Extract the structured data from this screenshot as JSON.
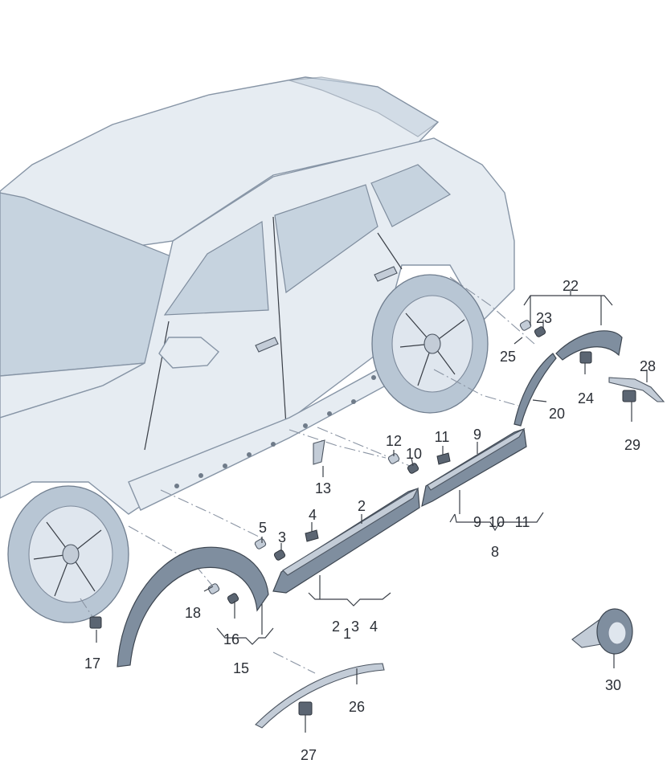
{
  "callouts": [
    {
      "id": "c22",
      "text": "22"
    },
    {
      "id": "c23",
      "text": "23"
    },
    {
      "id": "c25",
      "text": "25"
    },
    {
      "id": "c28",
      "text": "28"
    },
    {
      "id": "c24",
      "text": "24"
    },
    {
      "id": "c20",
      "text": "20"
    },
    {
      "id": "c29",
      "text": "29"
    },
    {
      "id": "c12",
      "text": "12"
    },
    {
      "id": "c11",
      "text": "11"
    },
    {
      "id": "c9",
      "text": "9"
    },
    {
      "id": "c10",
      "text": "10"
    },
    {
      "id": "c13",
      "text": "13"
    },
    {
      "id": "c4",
      "text": "4"
    },
    {
      "id": "c2",
      "text": "2"
    },
    {
      "id": "c5",
      "text": "5"
    },
    {
      "id": "c3",
      "text": "3"
    },
    {
      "id": "c8",
      "text": "8"
    },
    {
      "id": "c1",
      "text": "1"
    },
    {
      "id": "c18",
      "text": "18"
    },
    {
      "id": "c16",
      "text": "16"
    },
    {
      "id": "c15",
      "text": "15"
    },
    {
      "id": "c17",
      "text": "17"
    },
    {
      "id": "c26",
      "text": "26"
    },
    {
      "id": "c30",
      "text": "30"
    },
    {
      "id": "c27",
      "text": "27"
    }
  ],
  "groups": [
    {
      "id": "g234",
      "items": [
        "2",
        "3",
        "4"
      ]
    },
    {
      "id": "g91011",
      "items": [
        "9",
        "10",
        "11"
      ]
    }
  ]
}
